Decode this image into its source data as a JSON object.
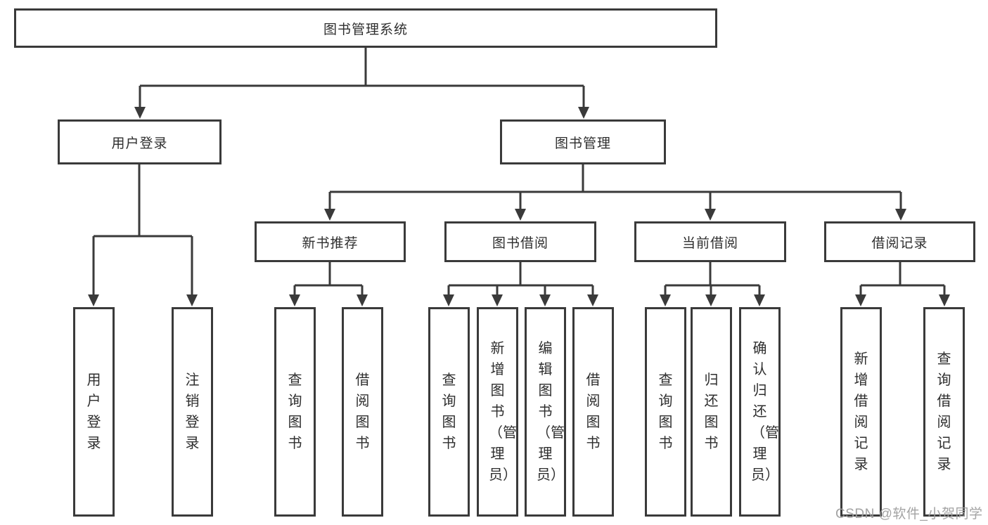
{
  "diagram": {
    "type": "hierarchy-tree",
    "root": {
      "label": "图书管理系统"
    },
    "level1": [
      {
        "label": "用户登录",
        "parent": "图书管理系统"
      },
      {
        "label": "图书管理",
        "parent": "图书管理系统"
      }
    ],
    "level2": [
      {
        "label": "新书推荐",
        "parent": "图书管理"
      },
      {
        "label": "图书借阅",
        "parent": "图书管理"
      },
      {
        "label": "当前借阅",
        "parent": "图书管理"
      },
      {
        "label": "借阅记录",
        "parent": "图书管理"
      }
    ],
    "leaves": [
      {
        "label": "用户登录",
        "parent": "用户登录"
      },
      {
        "label": "注销登录",
        "parent": "用户登录"
      },
      {
        "label": "查询图书",
        "parent": "新书推荐"
      },
      {
        "label": "借阅图书",
        "parent": "新书推荐"
      },
      {
        "label": "查询图书",
        "parent": "图书借阅"
      },
      {
        "label": "新增图书（管理员）",
        "parent": "图书借阅"
      },
      {
        "label": "编辑图书（管理员）",
        "parent": "图书借阅"
      },
      {
        "label": "借阅图书",
        "parent": "图书借阅"
      },
      {
        "label": "查询图书",
        "parent": "当前借阅"
      },
      {
        "label": "归还图书",
        "parent": "当前借阅"
      },
      {
        "label": "确认归还（管理员）",
        "parent": "当前借阅"
      },
      {
        "label": "新增借阅记录",
        "parent": "借阅记录"
      },
      {
        "label": "查询借阅记录",
        "parent": "借阅记录"
      }
    ],
    "watermark": "CSDN @软件_小贺同学",
    "colors": {
      "line": "#3a3a3a",
      "box_border": "#3a3a3a",
      "text": "#2e2e2e",
      "watermark": "#9e9e9e",
      "background": "#ffffff"
    }
  }
}
